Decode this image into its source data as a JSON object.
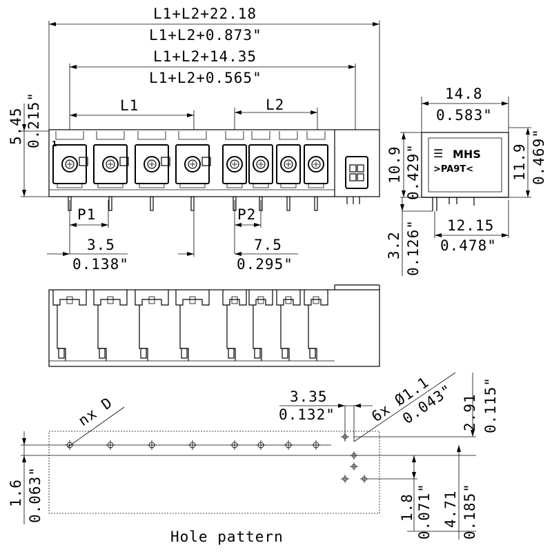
{
  "top_view": {
    "overall_mm": "L1+L2+22.18",
    "overall_in": "L1+L2+0.873\"",
    "inner_mm": "L1+L2+14.35",
    "inner_in": "L1+L2+0.565\"",
    "l1": "L1",
    "l2": "L2",
    "height_mm": "5.45",
    "height_in": "0.215\"",
    "pitch1_label": "P1",
    "pitch2_label": "P2",
    "pitch1_mm": "3.5",
    "pitch1_in": "0.138\"",
    "pitch2_mm": "7.5",
    "pitch2_in": "0.295\"",
    "pin1": "1"
  },
  "side_view": {
    "width_mm": "14.8",
    "width_in": "0.583\"",
    "h1_mm": "10.9",
    "h1_in": "0.429\"",
    "h2_mm": "11.9",
    "h2_in": "0.469\"",
    "pin_mm": "3.2",
    "pin_in": "0.126\"",
    "depth_mm": "12.15",
    "depth_in": "0.478\"",
    "brand": "MHS",
    "model": ">PA9T<"
  },
  "hole_pattern": {
    "title": "Hole pattern",
    "nx": "nx D",
    "spacing_mm": "3.35",
    "spacing_in": "0.132\"",
    "hole_mm": "6x Ø1.1",
    "hole_in": "0.043\"",
    "off1_mm": "2.91",
    "off1_in": "0.115\"",
    "left_mm": "1.6",
    "left_in": "0.063\"",
    "off2_mm": "1.8",
    "off2_in": "0.071\"",
    "off3_mm": "4.71",
    "off3_in": "0.185\""
  }
}
